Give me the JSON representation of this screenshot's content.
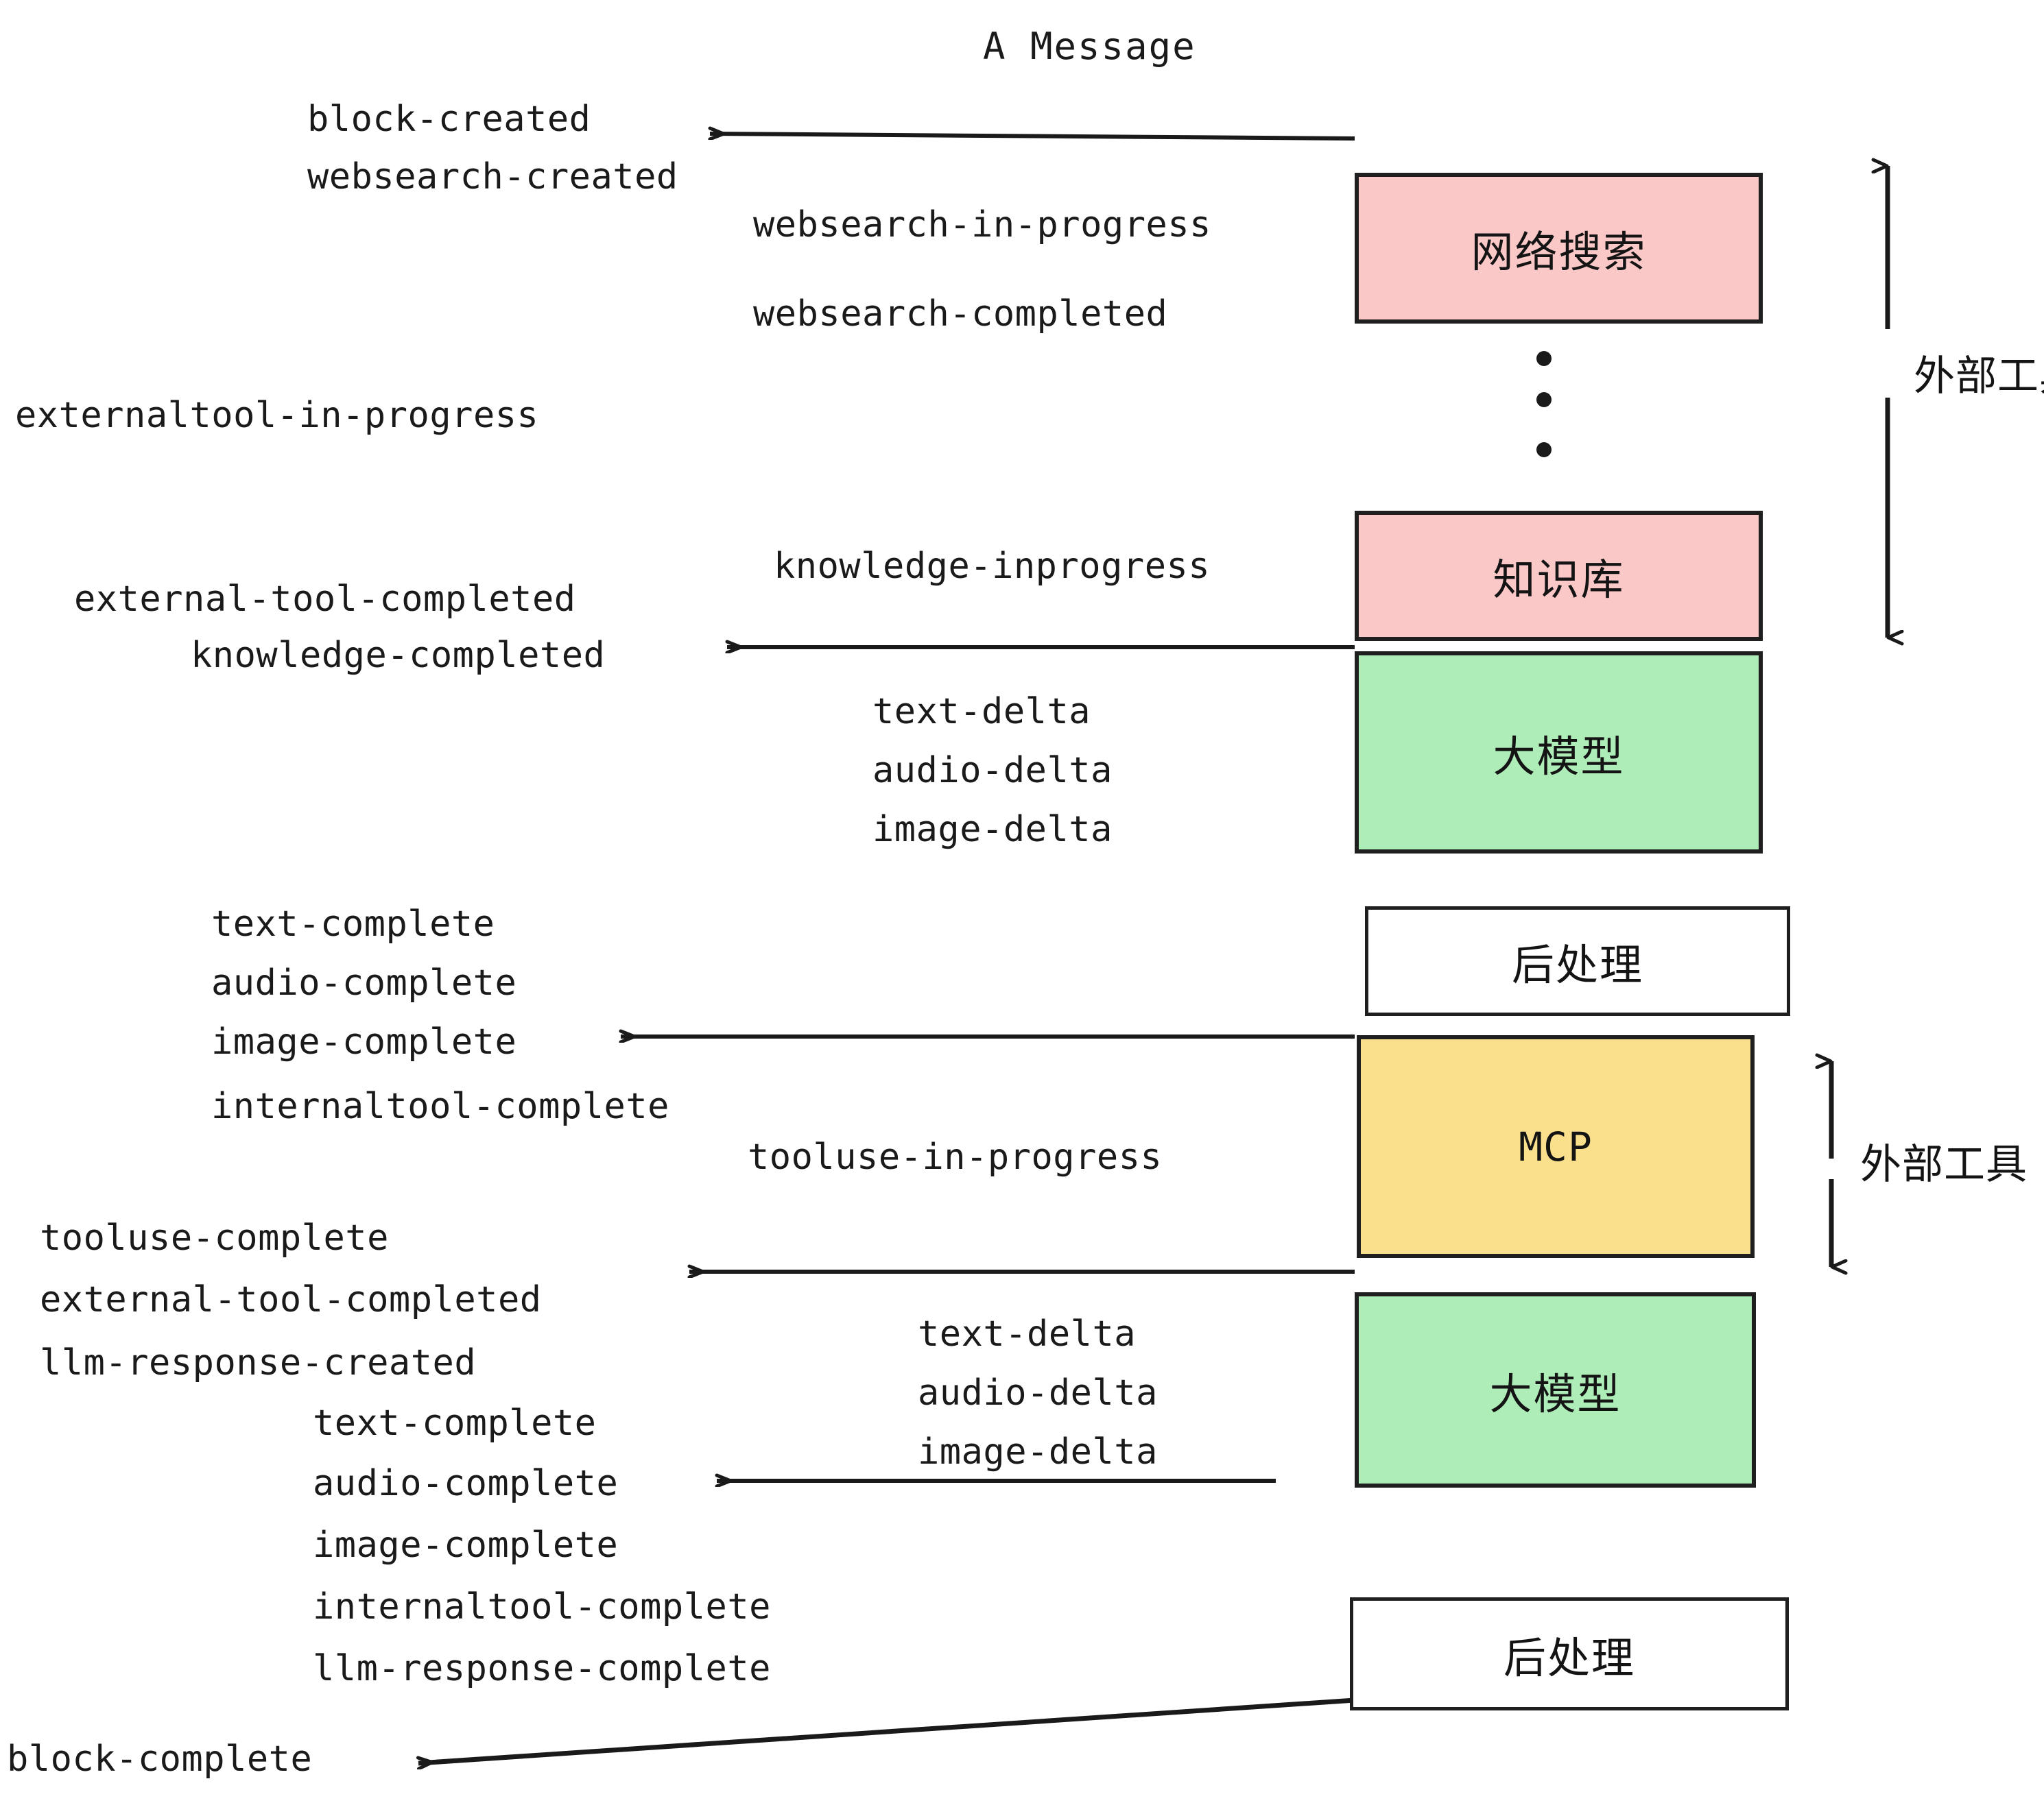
{
  "diagram": {
    "title": "A Message",
    "colors": {
      "external_tool_fill": "#FBC8C8",
      "llm_fill": "#AEECB8",
      "mcp_fill": "#FAE08C",
      "postprocess_fill": "#FFFFFF",
      "stroke": "#1F1F1F",
      "text": "#141414"
    },
    "boxes": [
      {
        "id": "websearch",
        "label": "网络搜索",
        "kind": "external-tool"
      },
      {
        "id": "knowledge",
        "label": "知识库",
        "kind": "external-tool"
      },
      {
        "id": "llm-1",
        "label": "大模型",
        "kind": "llm"
      },
      {
        "id": "postprocess-1",
        "label": "后处理",
        "kind": "postprocess"
      },
      {
        "id": "mcp",
        "label": "MCP",
        "kind": "mcp"
      },
      {
        "id": "llm-2",
        "label": "大模型",
        "kind": "llm"
      },
      {
        "id": "postprocess-2",
        "label": "后处理",
        "kind": "postprocess"
      }
    ],
    "side_labels": [
      {
        "id": "external-tools-upper",
        "label": "外部工具"
      },
      {
        "id": "external-tools-lower",
        "label": "外部工具"
      }
    ],
    "events": [
      {
        "id": "e01",
        "text": "block-created"
      },
      {
        "id": "e02",
        "text": "websearch-created"
      },
      {
        "id": "e03",
        "text": "websearch-in-progress"
      },
      {
        "id": "e04",
        "text": "websearch-completed"
      },
      {
        "id": "e05",
        "text": "externaltool-in-progress"
      },
      {
        "id": "e06",
        "text": "knowledge-inprogress"
      },
      {
        "id": "e07",
        "text": "external-tool-completed"
      },
      {
        "id": "e08",
        "text": "knowledge-completed"
      },
      {
        "id": "e09",
        "text": "text-delta"
      },
      {
        "id": "e10",
        "text": "audio-delta"
      },
      {
        "id": "e11",
        "text": "image-delta"
      },
      {
        "id": "e12",
        "text": "text-complete"
      },
      {
        "id": "e13",
        "text": "audio-complete"
      },
      {
        "id": "e14",
        "text": "image-complete"
      },
      {
        "id": "e15",
        "text": "internaltool-complete"
      },
      {
        "id": "e16",
        "text": "tooluse-in-progress"
      },
      {
        "id": "e17",
        "text": "tooluse-complete"
      },
      {
        "id": "e18",
        "text": "external-tool-completed"
      },
      {
        "id": "e19",
        "text": "llm-response-created"
      },
      {
        "id": "e20",
        "text": "text-delta"
      },
      {
        "id": "e21",
        "text": "audio-delta"
      },
      {
        "id": "e22",
        "text": "image-delta"
      },
      {
        "id": "e23",
        "text": "text-complete"
      },
      {
        "id": "e24",
        "text": "audio-complete"
      },
      {
        "id": "e25",
        "text": "image-complete"
      },
      {
        "id": "e26",
        "text": "internaltool-complete"
      },
      {
        "id": "e27",
        "text": "llm-response-complete"
      },
      {
        "id": "e28",
        "text": "block-complete"
      }
    ]
  }
}
